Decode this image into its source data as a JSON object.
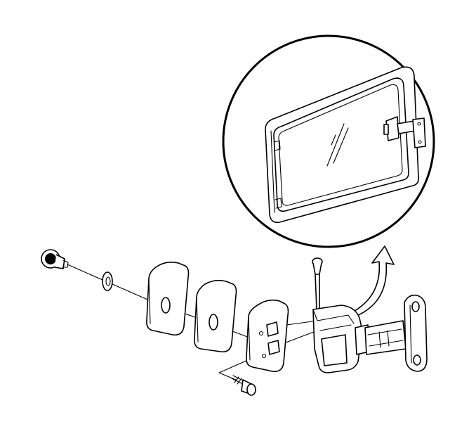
{
  "diagram": {
    "parts": [
      {
        "id": "cap-nut",
        "icon": "cap-nut-icon"
      },
      {
        "id": "washer",
        "icon": "washer-icon"
      },
      {
        "id": "spacer-outer",
        "icon": "spacer-plate-icon"
      },
      {
        "id": "spacer-middle",
        "icon": "spacer-plate-icon"
      },
      {
        "id": "backing-plate",
        "icon": "backing-plate-icon"
      },
      {
        "id": "hinge-pin",
        "icon": "hinge-pin-icon"
      },
      {
        "id": "hinge-bolt",
        "icon": "bolt-icon"
      },
      {
        "id": "hinge-assembly",
        "icon": "hinge-icon"
      },
      {
        "id": "window-detail",
        "icon": "side-window-icon"
      }
    ],
    "colors": {
      "ink": "#000000",
      "paper": "#ffffff"
    }
  }
}
